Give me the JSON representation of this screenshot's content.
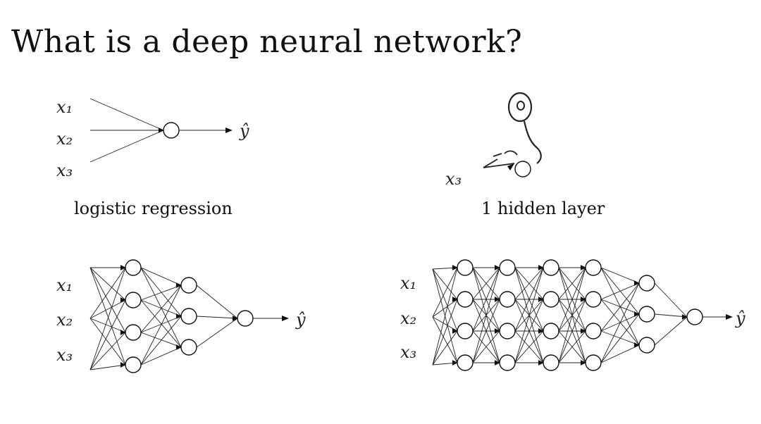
{
  "title": "What is a deep neural network?",
  "captions": {
    "logistic": "logistic regression",
    "hidden1": "1 hidden layer"
  },
  "labels": {
    "x1": "x₁",
    "x2": "x₂",
    "x3": "x₃",
    "yhat": "ŷ"
  },
  "networks": [
    {
      "id": "logistic-regression",
      "layers": [
        1
      ]
    },
    {
      "id": "one-hidden-layer-partial",
      "visible_inputs": [
        "x3"
      ]
    },
    {
      "id": "two-hidden-layers",
      "layers": [
        4,
        3,
        1
      ]
    },
    {
      "id": "five-hidden-layers",
      "layers": [
        4,
        4,
        4,
        4,
        3,
        1
      ]
    }
  ]
}
